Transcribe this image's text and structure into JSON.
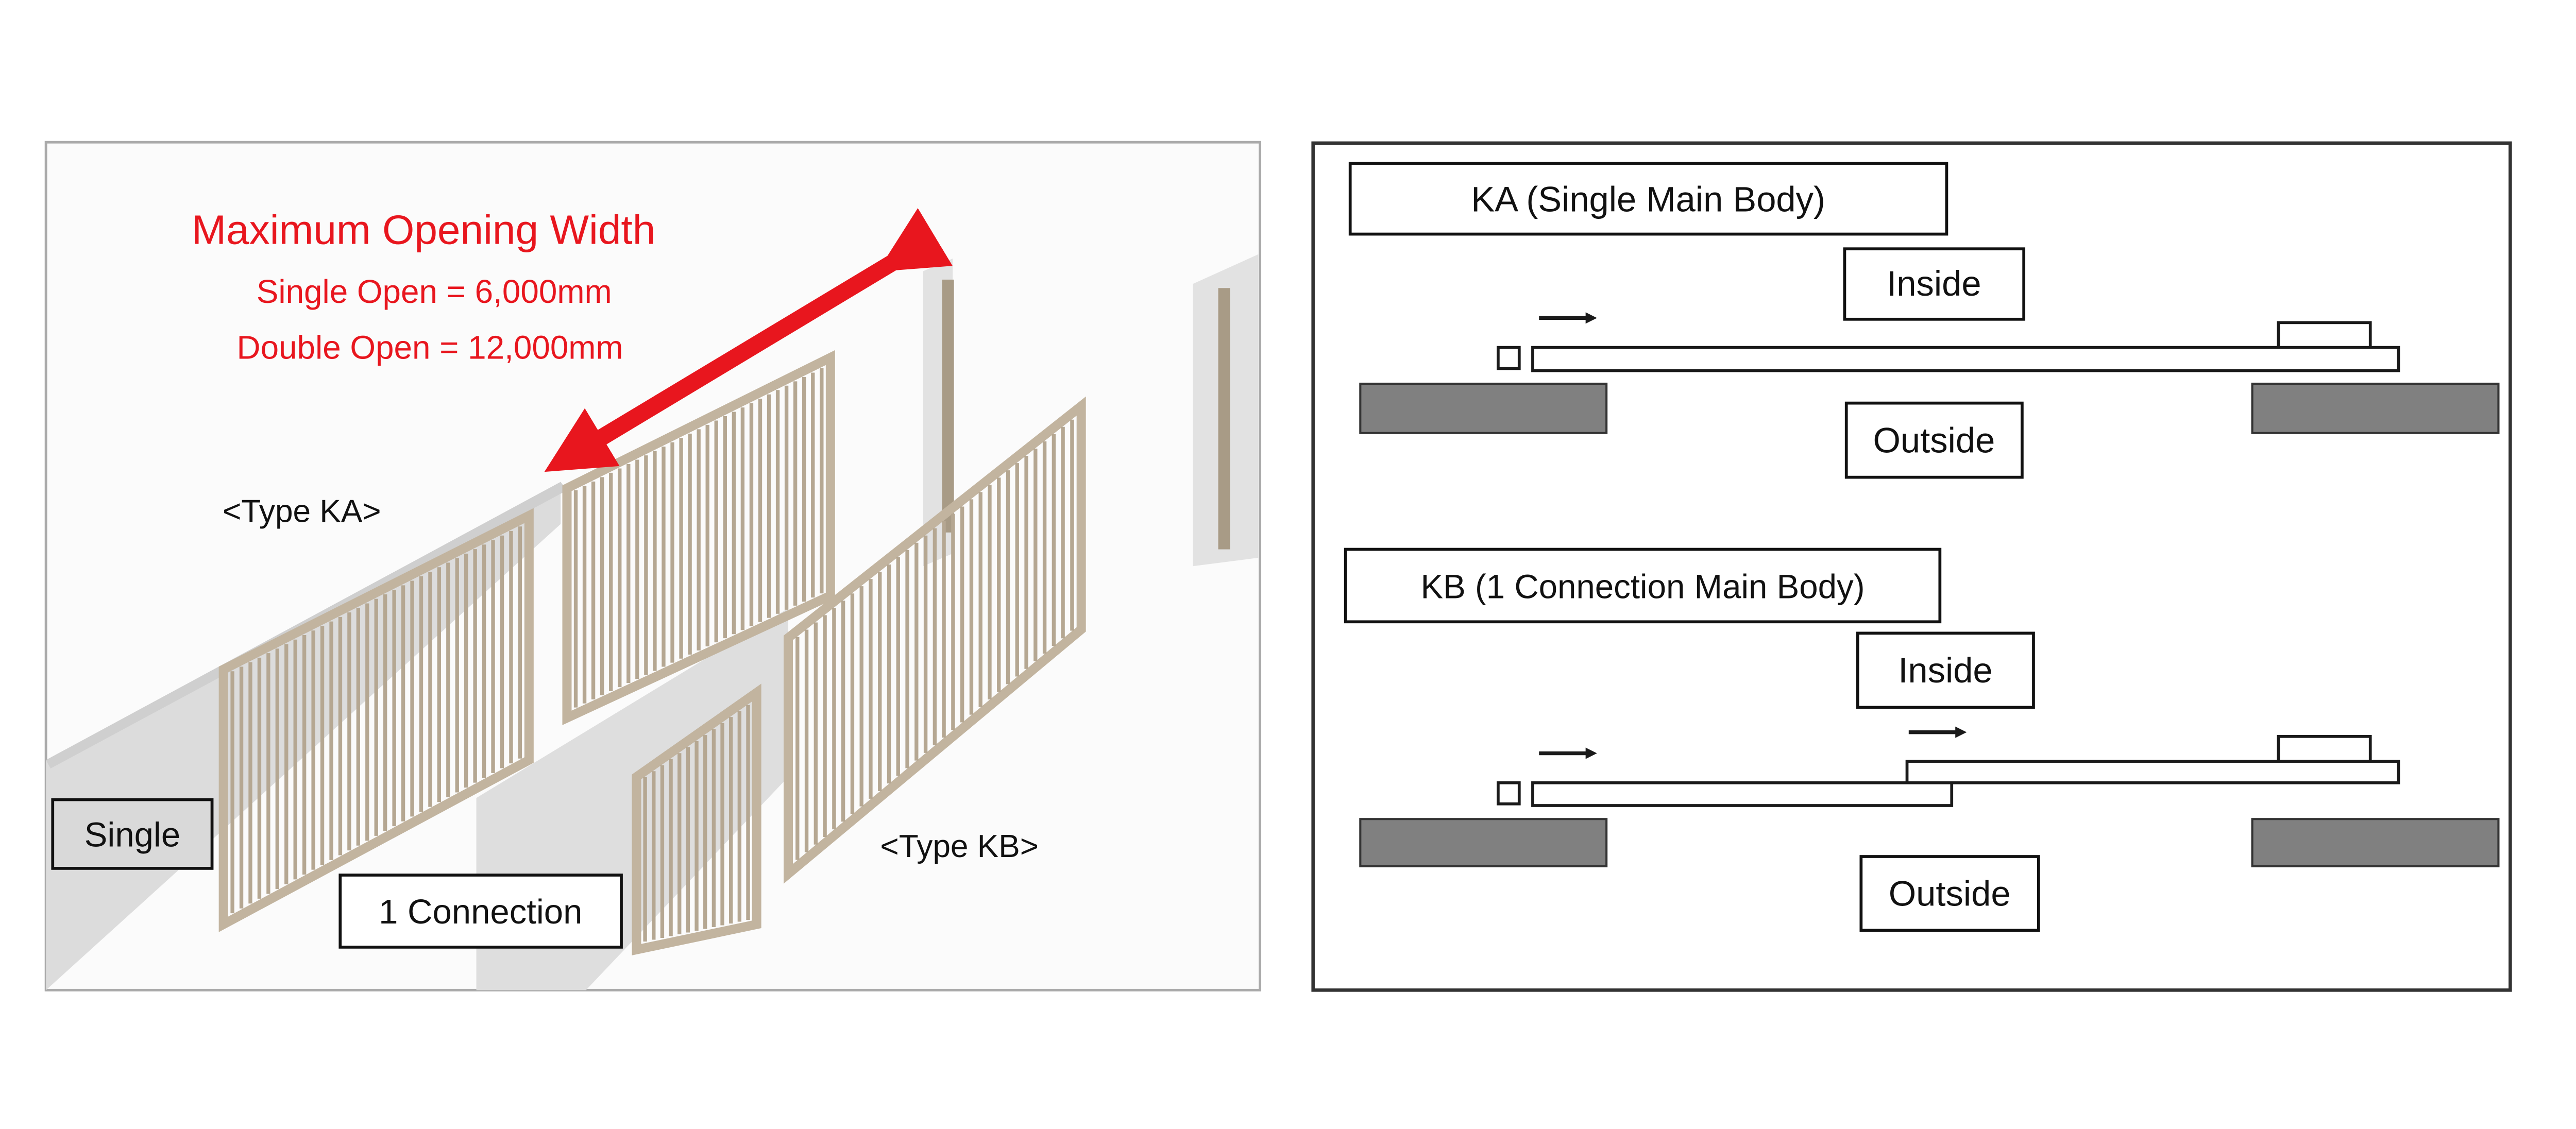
{
  "photo_panel": {
    "title": "Maximum Opening Width",
    "single_open": "Single Open = 6,000mm",
    "double_open": "Double Open = 12,000mm",
    "type_ka": "<Type KA>",
    "type_kb": "<Type KB>",
    "single_label": "Single",
    "connection_label": "1 Connection",
    "arrow_color": "#e8161e"
  },
  "diagram_panel": {
    "ka": {
      "title": "KA (Single Main Body)",
      "inside": "Inside",
      "outside": "Outside"
    },
    "kb": {
      "title": "KB (1 Connection Main Body)",
      "inside": "Inside",
      "outside": "Outside"
    },
    "wall_color": "#808080"
  }
}
